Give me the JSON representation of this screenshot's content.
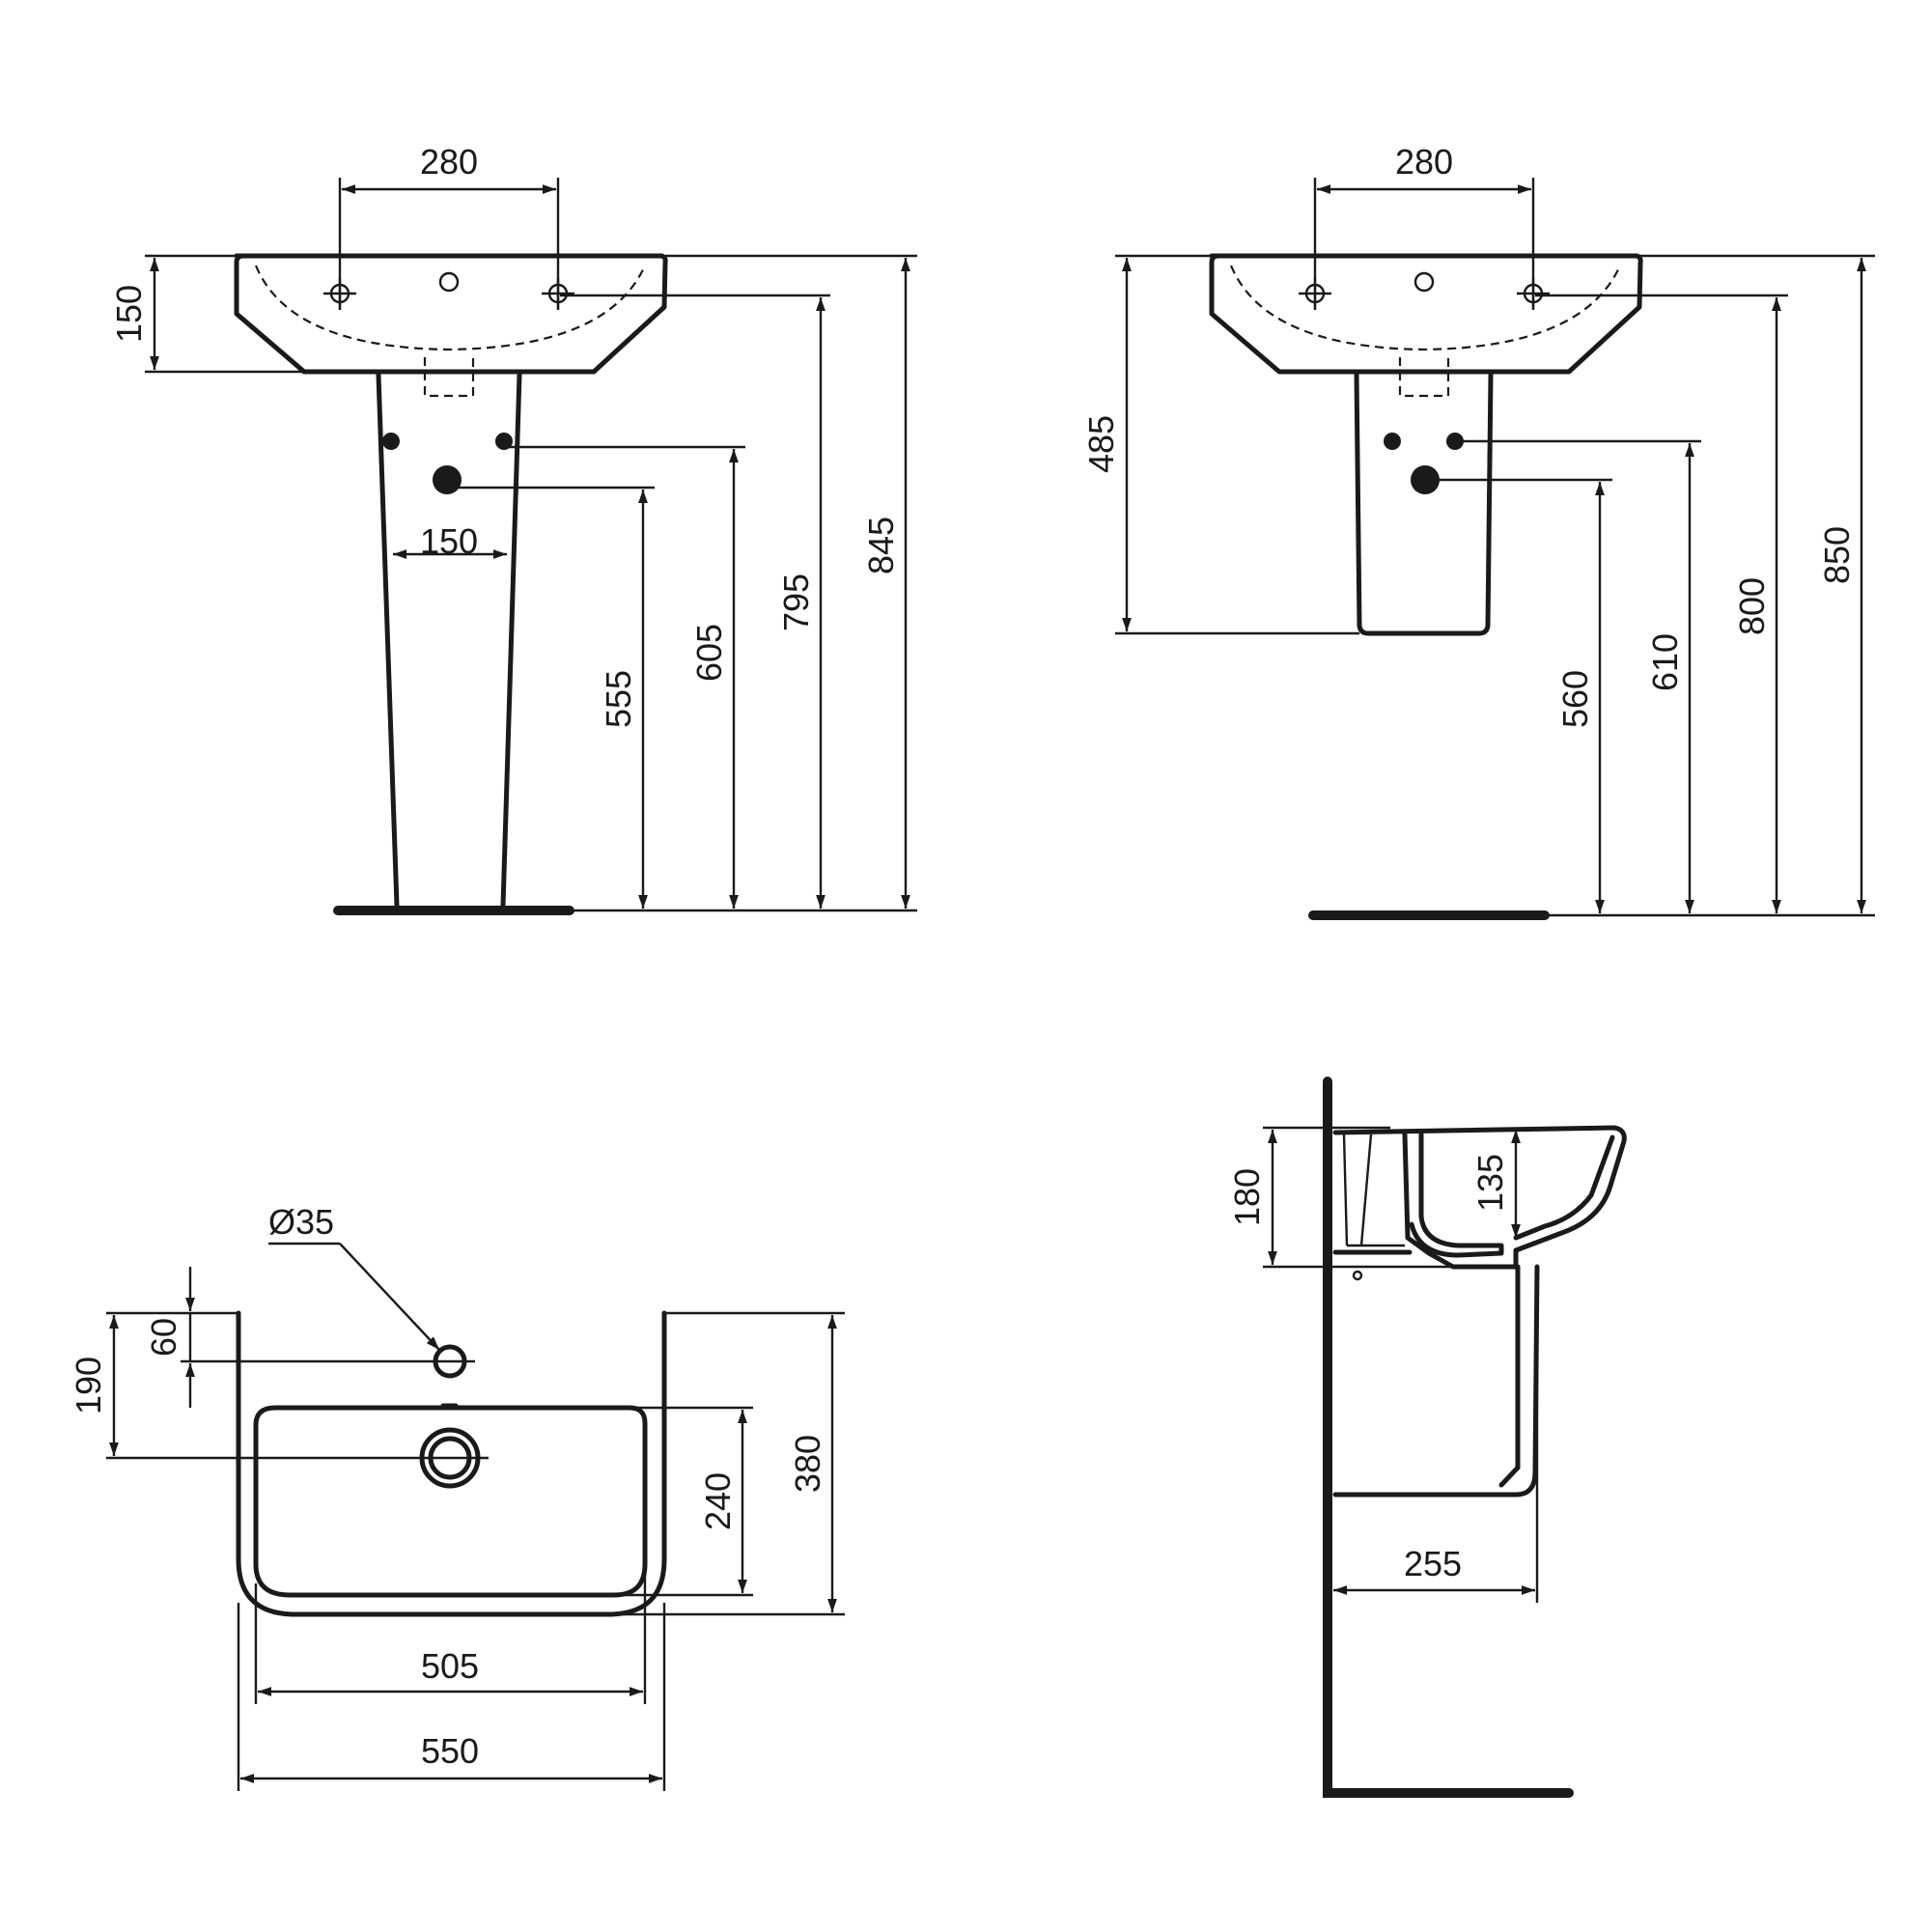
{
  "views": {
    "pedestal_front": {
      "tap_hole_spacing": "280",
      "basin_depth": "150",
      "supply_spacing": "150",
      "waste_height": "555",
      "supply_height": "605",
      "tap_height": "795",
      "rim_height": "845"
    },
    "semi_pedestal_front": {
      "tap_hole_spacing": "280",
      "rim_to_pedestal_bottom": "485",
      "waste_height": "560",
      "supply_height": "610",
      "tap_height": "800",
      "rim_height": "850"
    },
    "plan": {
      "tap_hole_diameter": "Ø35",
      "tap_hole_offset": "60",
      "waste_offset": "190",
      "bowl_depth": "240",
      "overall_depth": "380",
      "bowl_width": "505",
      "overall_width": "550"
    },
    "side": {
      "overall_height": "180",
      "bowl_depth": "135",
      "projection": "255"
    }
  }
}
